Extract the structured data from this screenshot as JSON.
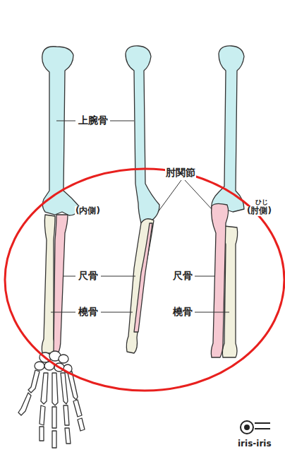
{
  "diagram": {
    "labels": [
      "上腕骨",
      "肘関節",
      "(内側)",
      "ひじ",
      "(肘側)",
      "尺骨",
      "橈骨",
      "尺骨",
      "橈骨",
      "iris-iris"
    ]
  }
}
